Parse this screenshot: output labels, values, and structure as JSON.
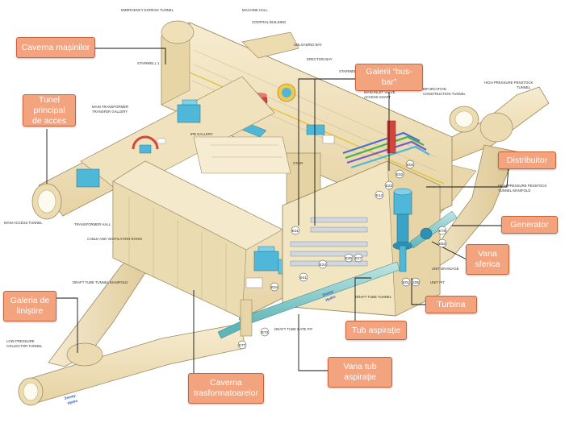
{
  "callouts": {
    "caverna_masinilor": "Caverna mașinilor",
    "tunel_principal_line1": "Tunel principal",
    "tunel_principal_line2": "de acces",
    "galerii_busbar_line1": "Galerii “bus-",
    "galerii_busbar_line2": "bar”",
    "distribuitor": "Distribuitor",
    "generator": "Generator",
    "vana_sferica_line1": "Vana",
    "vana_sferica_line2": "sferica",
    "turbina": "Turbina",
    "galeria_linistire_line1": "Galeria de",
    "galeria_linistire_line2": "liniștire",
    "tub_aspiratie": "Tub aspirație",
    "vana_tub_line1": "Vana tub",
    "vana_tub_line2": "aspirație",
    "caverna_transf_line1": "Caverna",
    "caverna_transf_line2": "trasformatoarelor"
  },
  "labels": {
    "emergency_egress_tunnel": "EMERGENCY EGRESS TUNNEL",
    "machine_hall": "MACHINE HALL",
    "control_building": "CONTROL BUILDING",
    "unloading_bay": "UNLOADING BAY",
    "erection_bay": "ERECTION BAY",
    "stairwell_1": "STAIRWELL 1",
    "stairwell": "STAIRWELL",
    "main_inlet_valve_line1": "MAIN INLET VALVE",
    "main_inlet_valve_line2": "ACCESS SHAFT",
    "bifurcation_line1": "BIFURCATION",
    "bifurcation_line2": "CONSTRUCTION TUNNEL",
    "hp_penstock_tunnel_line1": "HIGH PRESSURE PENSTOCK",
    "hp_penstock_tunnel_line2": "TUNNEL",
    "transformer_line1": "MAIN TRANSFORMER",
    "transformer_line2": "TRANSFER GALLERY",
    "ipb_gallery": "IPB GALLERY",
    "stair_short": "STAIR",
    "hp_manifold_line1": "HIGH PRESSURE PENSTOCK",
    "hp_manifold_line2": "TUNNEL MANIFOLD",
    "main_access_tunnel": "MAIN ACCESS TUNNEL",
    "transformer_hall": "TRANSFORMER HALL",
    "cable_ventilation_room": "CABLE AND VENTILATION ROOM",
    "draft_tube_manifold": "DRAFT TUBE TUNNEL MANIFOLD",
    "draft_tube_tunnel": "DRAFT TUBE TUNNEL",
    "draft_tube_gate_pit": "DRAFT TUBE GATE PIT",
    "unit_drainage": "UNIT DRAINAGE",
    "unit_pit": "UNIT PIT",
    "lp_collector_line1": "LOW PRESSURE",
    "lp_collector_line2": "COLLECTOR TUNNEL"
  },
  "tags": {
    "e02": "E02",
    "e03": "E03",
    "e14": "E14",
    "e78": "E78",
    "e53": "E53",
    "e31": "E31",
    "e22": "E22",
    "e24": "E24",
    "e26": "E26",
    "e27": "E27",
    "e41": "E41",
    "e04": "E04",
    "e01": "E01",
    "e06": "E06",
    "e73": "E73",
    "e77": "E77"
  },
  "brand": {
    "mark_1": "Snowy",
    "mark_2": "Hydro",
    "mark_3": "Snowy",
    "mark_4": "Hydro"
  },
  "colors": {
    "callout_fill": "#f4a37f",
    "callout_border": "#c8643c",
    "rock_fill": "#f3e6c3",
    "rock_edge": "#9a8a63",
    "equipment_blue": "#4fb8d8",
    "equipment_red": "#d6453c"
  }
}
